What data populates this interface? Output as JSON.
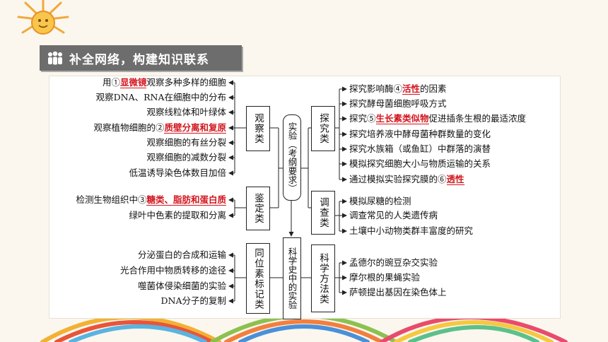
{
  "header": {
    "title": "补全网络，构建知识联系",
    "icon": "people-icon"
  },
  "diagram": {
    "center_top": "实验（考纲要求）",
    "center_bottom": "科学史中的实验",
    "categories": {
      "observe": "观察类",
      "identify": "鉴定类",
      "homology": "同位素标记类",
      "explore": "探究类",
      "survey": "调查类",
      "method": "科学方法类"
    },
    "observe_items": [
      {
        "pre": "用①",
        "ans": "显微镜",
        "post": "观察多种多样的细胞"
      },
      {
        "pre": "观察DNA、RNA在细胞中的分布",
        "ans": "",
        "post": ""
      },
      {
        "pre": "观察线粒体和叶绿体",
        "ans": "",
        "post": ""
      },
      {
        "pre": "观察植物细胞的②",
        "ans": "质壁分离和复原",
        "post": ""
      },
      {
        "pre": "观察细胞的有丝分裂",
        "ans": "",
        "post": ""
      },
      {
        "pre": "观察细胞的减数分裂",
        "ans": "",
        "post": ""
      },
      {
        "pre": "低温诱导染色体数目加倍",
        "ans": "",
        "post": ""
      }
    ],
    "identify_items": [
      {
        "pre": "检测生物组织中③",
        "ans": "糖类、脂肪和蛋白质",
        "post": ""
      },
      {
        "pre": "绿叶中色素的提取和分离",
        "ans": "",
        "post": ""
      }
    ],
    "homology_items": [
      {
        "pre": "分泌蛋白的合成和运输",
        "ans": "",
        "post": ""
      },
      {
        "pre": "光合作用中物质转移的途径",
        "ans": "",
        "post": ""
      },
      {
        "pre": "噬菌体侵染细菌的实验",
        "ans": "",
        "post": ""
      },
      {
        "pre": "DNA分子的复制",
        "ans": "",
        "post": ""
      }
    ],
    "explore_items": [
      {
        "pre": "探究影响酶④",
        "ans": "活性",
        "post": "的因素"
      },
      {
        "pre": "探究酵母菌细胞呼吸方式",
        "ans": "",
        "post": ""
      },
      {
        "pre": "探究⑤",
        "ans": "生长素类似物",
        "post": "促进插条生根的最适浓度"
      },
      {
        "pre": "探究培养液中酵母菌种群数量的变化",
        "ans": "",
        "post": ""
      },
      {
        "pre": "探究水族箱（或鱼缸）中群落的演替",
        "ans": "",
        "post": ""
      },
      {
        "pre": "模拟探究细胞大小与物质运输的关系",
        "ans": "",
        "post": ""
      },
      {
        "pre": "通过模拟实验探究膜的⑥",
        "ans": "透性",
        "post": ""
      }
    ],
    "survey_items": [
      {
        "pre": "模拟尿糖的检测",
        "ans": "",
        "post": ""
      },
      {
        "pre": "调查常见的人类遗传病",
        "ans": "",
        "post": ""
      },
      {
        "pre": "土壤中小动物类群丰富度的研究",
        "ans": "",
        "post": ""
      }
    ],
    "method_items": [
      {
        "pre": "孟德尔的豌豆杂交实验",
        "ans": "",
        "post": ""
      },
      {
        "pre": "摩尔根的果蝇实验",
        "ans": "",
        "post": ""
      },
      {
        "pre": "萨顿提出基因在染色体上",
        "ans": "",
        "post": ""
      }
    ]
  }
}
